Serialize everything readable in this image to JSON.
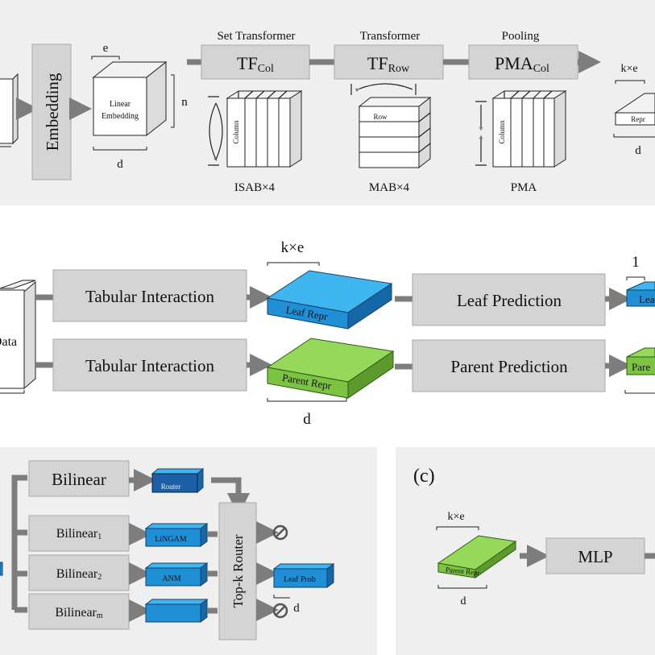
{
  "panel_a": {
    "embedding": "Embedding",
    "linear_embedding_1": "Linear",
    "linear_embedding_2": "Embedding",
    "dim_e": "e",
    "dim_n": "n",
    "dim_d": "d",
    "stage1_title": "Set Transformer",
    "stage1_main": "TF",
    "stage1_sub": "Col",
    "stage2_title": "Transformer",
    "stage2_main": "TF",
    "stage2_sub": "Row",
    "stage3_title": "Pooling",
    "stage3_main": "PMA",
    "stage3_sub": "Col",
    "column_label": "Column",
    "row_label": "Row",
    "isab_caption": "ISAB×4",
    "mab_caption": "MAB×4",
    "pma_caption": "PMA",
    "out_dim_ke": "k×e",
    "out_repr": "Repr",
    "out_dim_d": "d"
  },
  "panel_b": {
    "data_label": "Data",
    "tab_interaction_1": "Tabular Interaction",
    "tab_interaction_2": "Tabular Interaction",
    "leaf_repr": "Leaf Repr",
    "parent_repr": "Parent Repr",
    "dim_ke": "k×e",
    "dim_d": "d",
    "leaf_prediction": "Leaf Prediction",
    "parent_prediction": "Parent Prediction",
    "dim_1": "1",
    "leaf_out": "Lea",
    "parent_out": "Pare"
  },
  "panel_bottom_left": {
    "bilinear": "Bilinear",
    "router": "Router",
    "bilinear_1": "Bilinear",
    "bilinear_1_sub": "1",
    "bilinear_2": "Bilinear",
    "bilinear_2_sub": "2",
    "bilinear_m": "Bilinear",
    "bilinear_m_sub": "m",
    "lingam": "LiNGAM",
    "anm": "ANM",
    "topk_router": "Top-k Router",
    "leaf_prob": "Leaf Prob",
    "dim_d": "d"
  },
  "panel_c": {
    "label": "(c)",
    "dim_ke": "k×e",
    "parent_repr": "Parent Repr",
    "dim_d": "d",
    "mlp": "MLP"
  }
}
